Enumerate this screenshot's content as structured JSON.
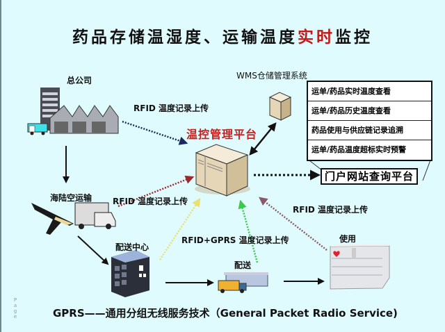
{
  "title": {
    "main": "药品存储温湿度、运输温度",
    "highlight": "实时",
    "tail": "监控"
  },
  "nodes": {
    "head_office": "总公司",
    "wms": "WMS仓储管理系统",
    "platform": "温控管理平台",
    "transport": "海陆空运输",
    "distribution_center": "配送中心",
    "delivery": "配送",
    "usage": "使用",
    "portal": "门户网站查询平台"
  },
  "edges": {
    "head_office_upload": "RFID 温度记录上传",
    "transport_upload": "RFID 温度记录上传",
    "delivery_upload": "RFID+GPRS 温度记录上传",
    "usage_upload": "RFID 温度记录上传"
  },
  "functions": [
    "运单/药品实时温度查看",
    "运单/药品历史温度查看",
    "药品使用与供应链记录追溯",
    "运单/药品温度超标实时预警"
  ],
  "footnote": "GPRS——通用分组无线服务技术（General Packet Radio Service)",
  "page_label": [
    "P",
    "a",
    "g",
    "e"
  ],
  "colors": {
    "accent_red": "#c8201e",
    "background": "#e0fbfd",
    "arrow_red": "#a0282c",
    "arrow_yellow": "#e8e070",
    "arrow_green": "#3cc84a",
    "arrow_purple": "#8a5a6a",
    "arrow_navy": "#1a2a5a"
  }
}
